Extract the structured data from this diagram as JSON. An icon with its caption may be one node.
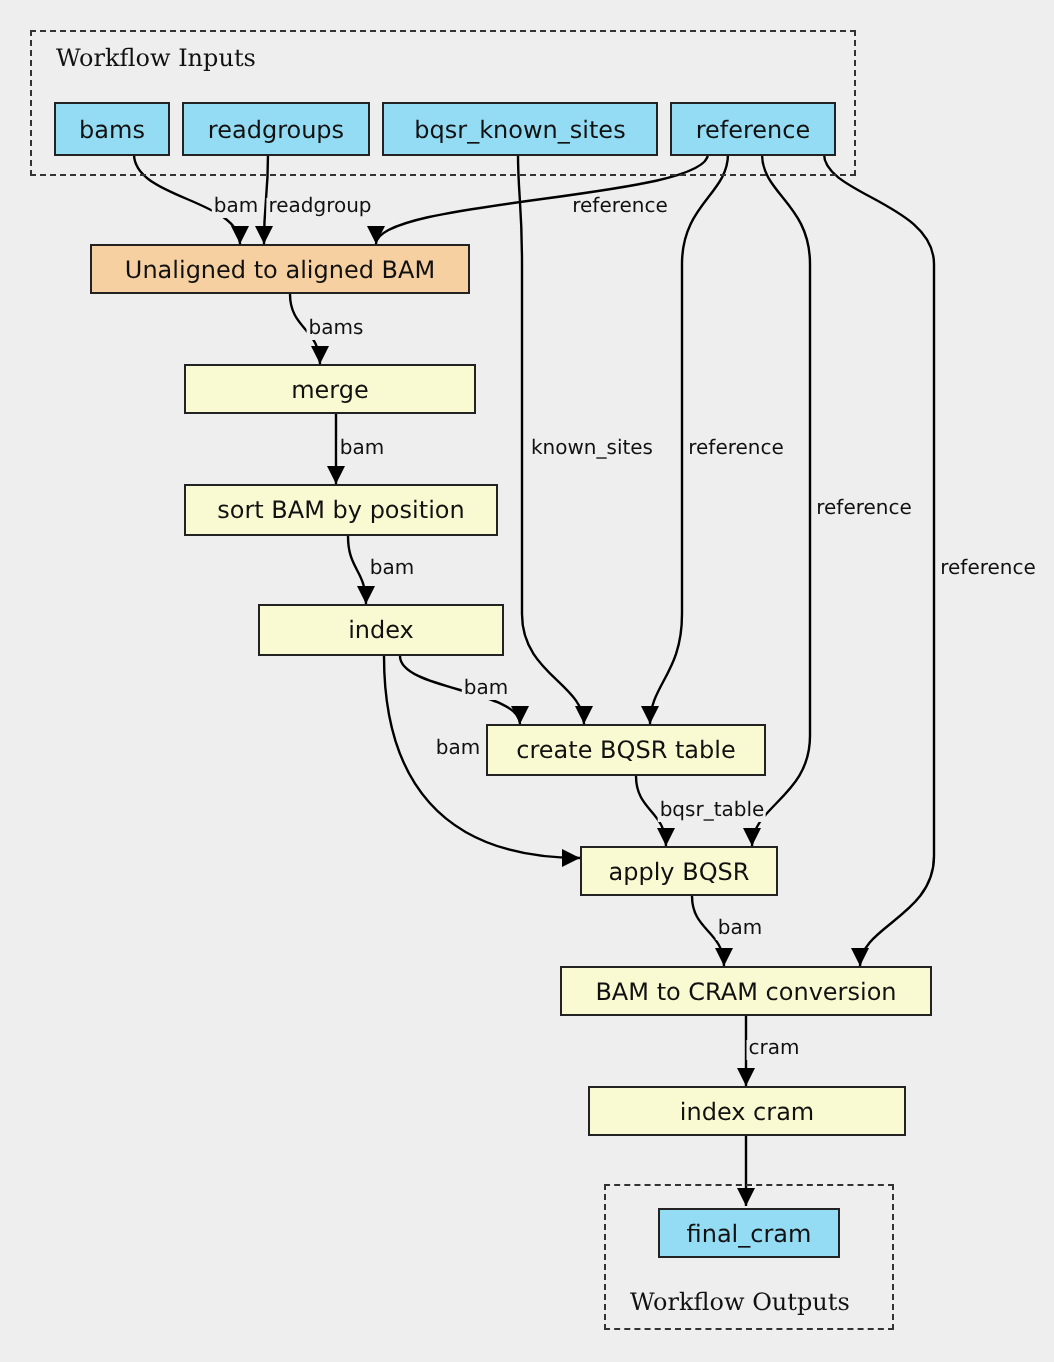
{
  "diagram": {
    "nodes": [
      {
        "text": [
          "Workflow Inputs"
        ]
      },
      {
        "text": [
          "bams"
        ],
        "in": 0
      },
      {
        "text": [
          "readgroups"
        ],
        "in": 0
      },
      {
        "text": [
          "bqsr_known_sites"
        ],
        "in": 0
      },
      {
        "text": [
          "reference"
        ],
        "in": 0
      },
      {
        "text": [
          "Unaligned to aligned BAM"
        ]
      },
      {
        "text": [
          "merge"
        ]
      },
      {
        "text": [
          "sort BAM by position"
        ]
      },
      {
        "text": [
          "index"
        ]
      },
      {
        "text": [
          "create BQSR table"
        ]
      },
      {
        "text": [
          "apply BQSR"
        ]
      },
      {
        "text": [
          "BAM to CRAM conversion"
        ]
      },
      {
        "text": [
          "index cram"
        ]
      },
      {
        "text": [
          "Workflow Outputs"
        ]
      },
      {
        "text": [
          "final_cram"
        ],
        "in": 13
      }
    ],
    "edges": [
      {
        "from": 1,
        "to": 5,
        "arrow": "to",
        "label": "bam"
      },
      {
        "from": 2,
        "to": 5,
        "arrow": "to",
        "label": "readgroup"
      },
      {
        "from": 4,
        "to": 5,
        "arrow": "to",
        "label": "reference"
      },
      {
        "from": 5,
        "to": 6,
        "arrow": "to",
        "label": "bams"
      },
      {
        "from": 6,
        "to": 7,
        "arrow": "to",
        "label": "bam"
      },
      {
        "from": 7,
        "to": 8,
        "arrow": "to",
        "label": "bam"
      },
      {
        "from": 8,
        "to": 9,
        "arrow": "to",
        "label": "bam"
      },
      {
        "from": 3,
        "to": 9,
        "arrow": "to",
        "label": "known_sites"
      },
      {
        "from": 4,
        "to": 9,
        "arrow": "to",
        "label": "reference"
      },
      {
        "from": 8,
        "to": 10,
        "arrow": "to",
        "label": "bam"
      },
      {
        "from": 9,
        "to": 10,
        "arrow": "to",
        "label": "bqsr_table"
      },
      {
        "from": 4,
        "to": 10,
        "arrow": "to",
        "label": "reference"
      },
      {
        "from": 10,
        "to": 11,
        "arrow": "to",
        "label": "bam"
      },
      {
        "from": 4,
        "to": 11,
        "arrow": "to",
        "label": "reference"
      },
      {
        "from": 11,
        "to": 12,
        "arrow": "to",
        "label": "cram"
      },
      {
        "from": 12,
        "to": 14,
        "arrow": "to"
      }
    ]
  }
}
